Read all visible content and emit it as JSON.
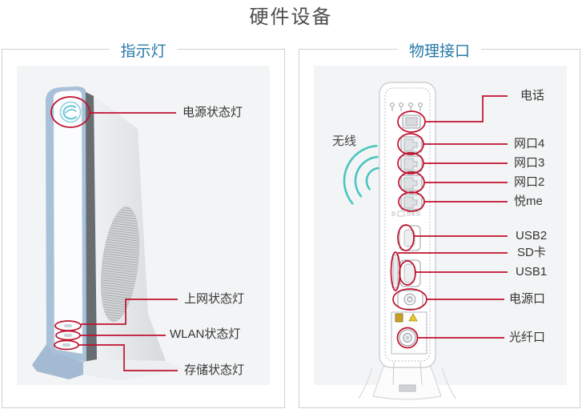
{
  "page_title": "硬件设备",
  "colors": {
    "accent_blue": "#2878a8",
    "annotation_red": "#c0112e",
    "wifi_teal": "#49c6c0",
    "panel_background": "#f3f4f5",
    "device_frame_blue": "#a8c0d8"
  },
  "icons": {
    "wifi": "wifi-waves-icon",
    "device_logo": "telecom-swirl-icon",
    "warning_left": "electric-hazard-icon",
    "warning_right": "laser-warning-icon"
  },
  "left_panel": {
    "title": "指示灯",
    "callouts": {
      "power": "电源状态灯",
      "internet": "上网状态灯",
      "wlan": "WLAN状态灯",
      "storage": "存储状态灯"
    }
  },
  "right_panel": {
    "title": "物理接口",
    "wireless": "无线",
    "callouts": {
      "phone": "电话",
      "lan4": "网口4",
      "lan3": "网口3",
      "lan2": "网口2",
      "yueme": "悦me",
      "usb2": "USB2",
      "sd_card": "SD卡",
      "usb1": "USB1",
      "power_port": "电源口",
      "fiber": "光纤口"
    }
  }
}
